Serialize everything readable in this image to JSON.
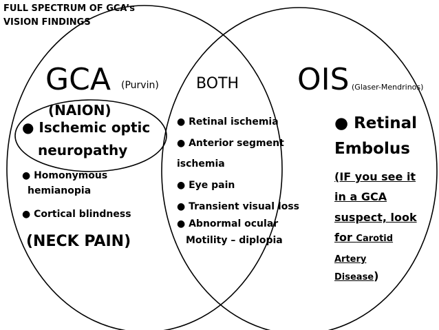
{
  "header": {
    "line1": "FULL SPECTRUM OF GCA’s",
    "line2": "VISION FINDINGS"
  },
  "gca": {
    "title": "GCA",
    "author": "(Purvin)",
    "naion": "(NAION)",
    "ischemic_line1": "● Ischemic optic",
    "ischemic_line2": "neuropathy",
    "homonymous_line1": "● Homonymous",
    "homonymous_line2": "hemianopia",
    "cortical": "● Cortical blindness",
    "neck_pain": "(NECK PAIN)"
  },
  "both": {
    "title": "BOTH",
    "retinal_ischemia": "● Retinal ischemia",
    "anterior_line1": "● Anterior segment",
    "anterior_line2": "ischemia",
    "eye_pain": "● Eye pain",
    "transient": "● Transient visual loss",
    "abnormal_line1": "● Abnormal ocular",
    "abnormal_line2": "Motility – diplopia"
  },
  "ois": {
    "title": "OIS",
    "author": "(Glaser-Mendrinos)",
    "retinal": "● Retinal",
    "embolus": "Embolus",
    "note_line1": "(IF you see it",
    "note_line2": "in a GCA",
    "note_line3": "suspect, look",
    "note_line4_a": "for ",
    "note_line4_b": "Carotid",
    "note_line5": "Artery",
    "note_line6_a": "Disease",
    "note_line6_b": ")"
  },
  "colors": {
    "stroke": "#000000",
    "background": "#ffffff"
  }
}
